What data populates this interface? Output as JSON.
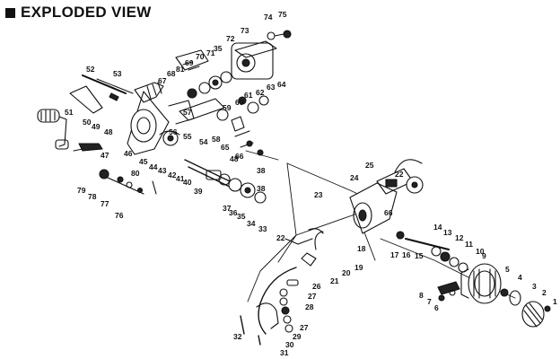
{
  "diagram": {
    "title": "EXPLODED VIEW",
    "labels": [
      "1",
      "2",
      "3",
      "4",
      "5",
      "6",
      "7",
      "8",
      "9",
      "10",
      "11",
      "12",
      "13",
      "14",
      "15",
      "16",
      "17",
      "18",
      "19",
      "20",
      "21",
      "22",
      "22",
      "23",
      "24",
      "25",
      "26",
      "27",
      "27",
      "28",
      "29",
      "30",
      "31",
      "32",
      "33",
      "34",
      "35",
      "35",
      "36",
      "37",
      "38",
      "38",
      "39",
      "40",
      "41",
      "42",
      "43",
      "44",
      "45",
      "46",
      "47",
      "48",
      "48",
      "49",
      "50",
      "51",
      "52",
      "53",
      "54",
      "55",
      "56",
      "57",
      "58",
      "59",
      "60",
      "61",
      "62",
      "63",
      "64",
      "65",
      "66",
      "66",
      "67",
      "68",
      "69",
      "70",
      "71",
      "72",
      "73",
      "74",
      "75",
      "76",
      "77",
      "78",
      "79",
      "80",
      "81"
    ]
  }
}
